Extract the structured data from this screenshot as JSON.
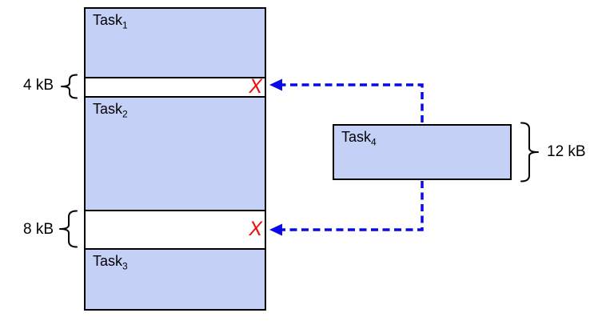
{
  "figure": {
    "colors": {
      "block_fill": "#c5d0f6",
      "block_border": "#000000",
      "arrow_blue": "#0a0ae8",
      "reject_red": "#f00c0c"
    },
    "memory_column": {
      "tasks": [
        {
          "name": "Task",
          "sub": "1"
        },
        {
          "name": "Task",
          "sub": "2"
        },
        {
          "name": "Task",
          "sub": "3"
        }
      ],
      "gaps": [
        {
          "size_label": "4 kB",
          "reject_mark": "X"
        },
        {
          "size_label": "8 kB",
          "reject_mark": "X"
        }
      ]
    },
    "incoming_task": {
      "name": "Task",
      "sub": "4",
      "size_label": "12 kB"
    }
  }
}
